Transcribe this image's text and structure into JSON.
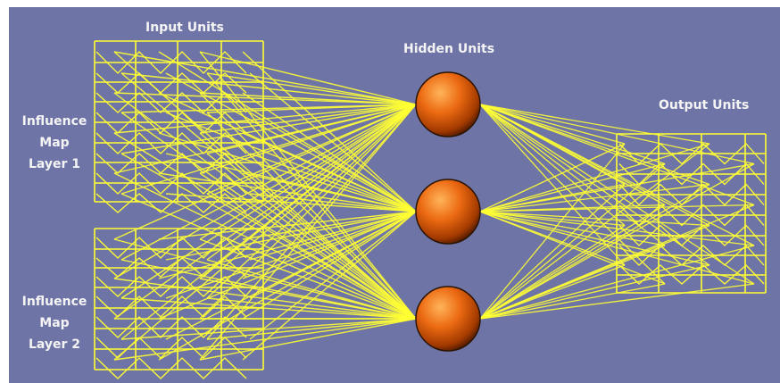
{
  "labels": {
    "input_units": "Input Units",
    "hidden_units": "Hidden  Units",
    "output_units": "Output Units",
    "layer1": {
      "line1": "Influence",
      "line2": "Map",
      "line3": "Layer 1"
    },
    "layer2": {
      "line1": "Influence",
      "line2": "Map",
      "line3": "Layer 2"
    }
  },
  "network": {
    "hidden_unit_count": 3,
    "output_row_count": 4
  },
  "colors": {
    "background": "#6f74a6",
    "connection": "#ffff33",
    "grid": "#ffff33",
    "node_fill": "#e25b08"
  }
}
